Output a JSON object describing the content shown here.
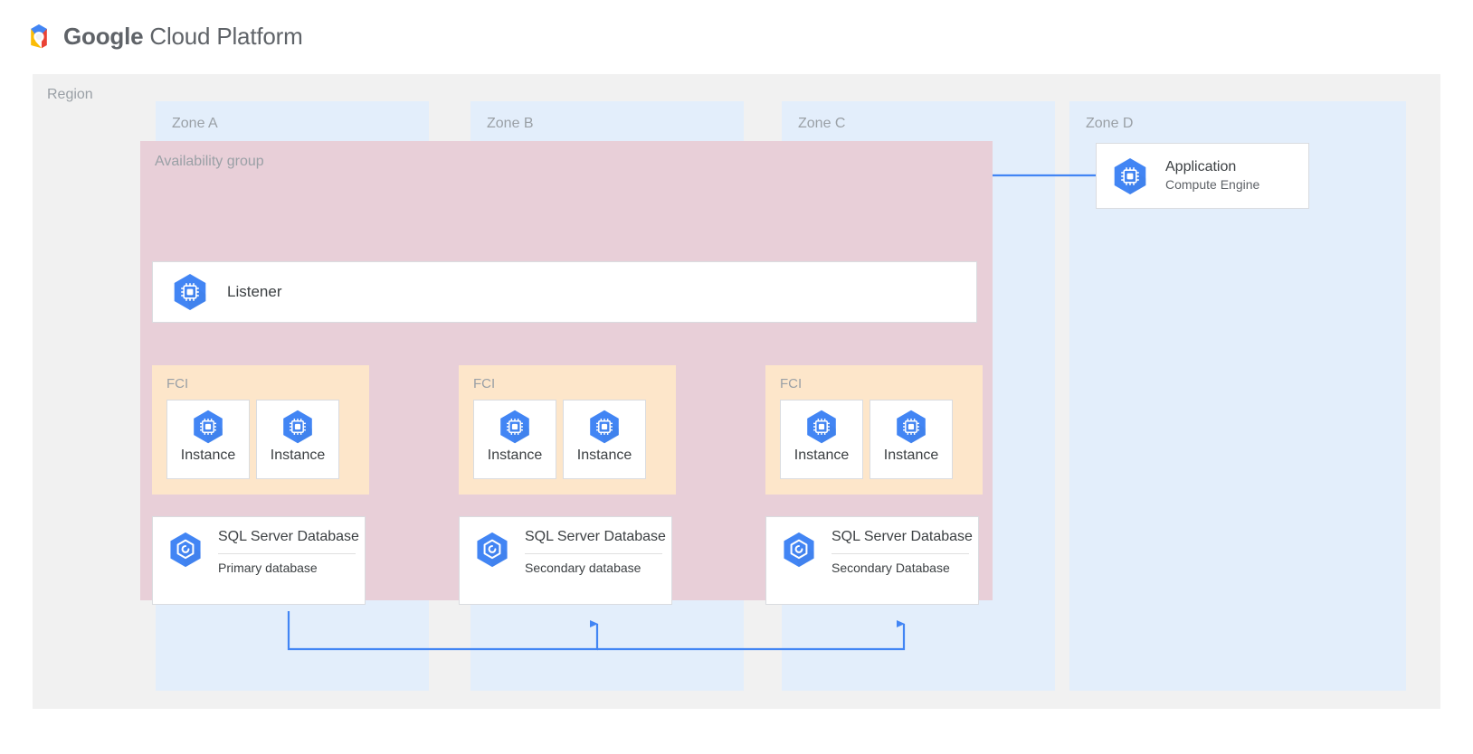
{
  "header": {
    "logo_icon": "google-cloud-hexagon-logo",
    "brand_bold": "Google",
    "brand_rest": " Cloud Platform"
  },
  "region": {
    "label": "Region",
    "background_color": "#f1f1f1"
  },
  "zones": [
    {
      "id": "zone-a",
      "label": "Zone A"
    },
    {
      "id": "zone-b",
      "label": "Zone B"
    },
    {
      "id": "zone-c",
      "label": "Zone C"
    },
    {
      "id": "zone-d",
      "label": "Zone D"
    }
  ],
  "application": {
    "icon": "compute-engine-icon",
    "title": "Application",
    "subtitle": "Compute Engine"
  },
  "availability_group": {
    "label": "Availability group",
    "background_color": "#e8cfd8"
  },
  "listener": {
    "icon": "compute-engine-icon",
    "title": "Listener"
  },
  "fci_groups": [
    {
      "label": "FCI",
      "instances": [
        {
          "icon": "compute-engine-icon",
          "label": "Instance"
        },
        {
          "icon": "compute-engine-icon",
          "label": "Instance"
        }
      ]
    },
    {
      "label": "FCI",
      "instances": [
        {
          "icon": "compute-engine-icon",
          "label": "Instance"
        },
        {
          "icon": "compute-engine-icon",
          "label": "Instance"
        }
      ]
    },
    {
      "label": "FCI",
      "instances": [
        {
          "icon": "compute-engine-icon",
          "label": "Instance"
        },
        {
          "icon": "compute-engine-icon",
          "label": "Instance"
        }
      ]
    }
  ],
  "databases": [
    {
      "icon": "sql-server-database-icon",
      "title": "SQL Server Database",
      "role": "Primary database"
    },
    {
      "icon": "sql-server-database-icon",
      "title": "SQL Server Database",
      "role": "Secondary database"
    },
    {
      "icon": "sql-server-database-icon",
      "title": "SQL Server Database",
      "role": "Secondary Database"
    }
  ],
  "colors": {
    "connector": "#4285f4",
    "zone_fill": "#e3eefb",
    "availability_group_fill": "#e8cfd8",
    "fci_fill": "#fde6ca",
    "icon_blue": "#4285f4",
    "icon_blue_shadow": "#5b94f2",
    "card_border": "#dadce0",
    "muted_text": "#9aa0a6",
    "body_text": "#3c4043",
    "region_fill": "#f1f1f1",
    "logo_blue": "#4285f4",
    "logo_red": "#ea4335",
    "logo_yellow": "#fbbc05",
    "logo_green": "#34a853"
  }
}
